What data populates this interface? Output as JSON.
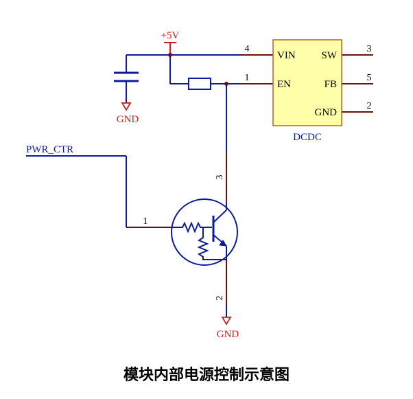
{
  "colors": {
    "wire": "#0b1b9c",
    "pin": "#6b1010",
    "power": "#cc1f1f",
    "chip_fill": "#ffffaa",
    "chip_border": "#b5651d",
    "label": "#0b1b9c",
    "text": "#000000"
  },
  "power": {
    "label": "+5V"
  },
  "ground": {
    "top_label": "GND",
    "bottom_label": "GND"
  },
  "net": {
    "label": "PWR_CTR"
  },
  "chip": {
    "name": "DCDC",
    "pins": [
      {
        "name": "VIN",
        "number": "4"
      },
      {
        "name": "EN",
        "number": "1"
      },
      {
        "name": "SW",
        "number": "3"
      },
      {
        "name": "FB",
        "number": "5"
      },
      {
        "name": "GND",
        "number": "2"
      }
    ]
  },
  "transistor": {
    "pin_base": "1",
    "pin_collector": "3",
    "pin_emitter": "2"
  },
  "caption": "模块内部电源控制示意图"
}
